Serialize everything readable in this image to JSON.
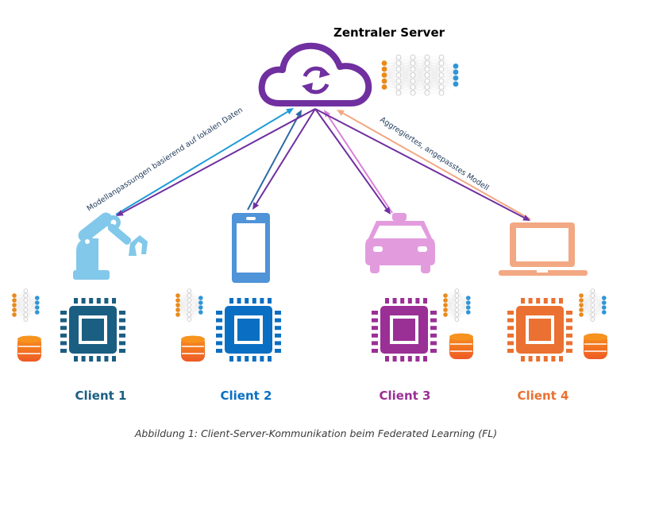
{
  "server": {
    "title": "Zentraler Server",
    "color": "#7030a0",
    "icon": "cloud-sync-icon",
    "model_icon": "neural-network-icon"
  },
  "edge_labels": {
    "upload": "Modellanpassungen basierend auf lokalen Daten",
    "download": "Aggregiertes, angepasstes Modell"
  },
  "clients": [
    {
      "label": "Client 1",
      "device": "robot-arm-icon",
      "device_color": "#82c8ea",
      "chip_color": "#1a5e82",
      "label_color": "#1a5e82",
      "upload_arrow_color": "#1f9bd7"
    },
    {
      "label": "Client 2",
      "device": "smartphone-icon",
      "device_color": "#4f93d8",
      "chip_color": "#0a6fc2",
      "label_color": "#0a6fc2",
      "upload_arrow_color": "#2c6aa0"
    },
    {
      "label": "Client 3",
      "device": "car-icon",
      "device_color": "#e29cde",
      "chip_color": "#9a2f96",
      "label_color": "#9a2f96",
      "upload_arrow_color": "#d97fd6"
    },
    {
      "label": "Client 4",
      "device": "laptop-icon",
      "device_color": "#f2a883",
      "chip_color": "#ea7131",
      "label_color": "#ea7131",
      "upload_arrow_color": "#f2a883"
    }
  ],
  "download_arrow_color": "#7030a0",
  "caption": "Abbildung 1: Client-Server-Kommunikation beim Federated Learning (FL)",
  "colors": {
    "nn_input": "#e88a1a",
    "nn_hidden": "#cfcfcf",
    "nn_output": "#2f95d8",
    "db_top": "#f7931e",
    "db_bottom": "#ee5a24"
  }
}
